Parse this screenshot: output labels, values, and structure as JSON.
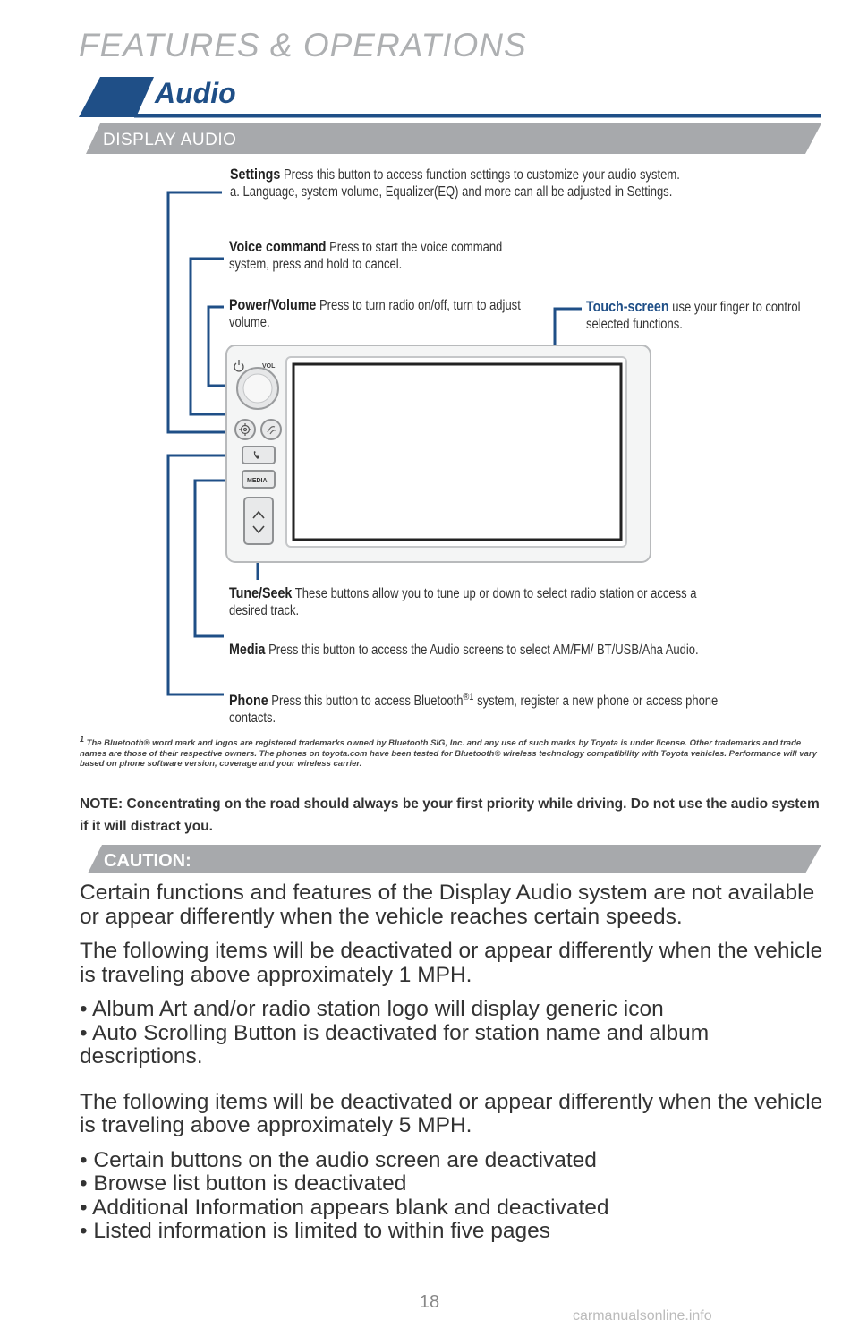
{
  "header": {
    "main_title": "FEATURES & OPERATIONS",
    "section_title": "Audio",
    "subsection_title": "DISPLAY AUDIO"
  },
  "colors": {
    "brand_blue": "#1f4f87",
    "banner_gray": "#a7a9ac",
    "title_gray": "#aeb0b2"
  },
  "callouts": {
    "settings": {
      "label": "Settings",
      "text": "Press this button to access function settings to customize your audio system.",
      "note": "a. Language, system volume, Equalizer(EQ) and more can all be adjusted in Settings."
    },
    "voice": {
      "label": "Voice command",
      "text": "Press to start the voice command system, press and hold to cancel."
    },
    "power": {
      "label": "Power/Volume",
      "text": "Press to turn radio on/off, turn to adjust volume."
    },
    "touch": {
      "label": "Touch-screen",
      "text": "use your finger to control selected functions."
    },
    "tune": {
      "label": "Tune/Seek",
      "text": "These buttons allow you to tune up or down to select radio station or access a desired track."
    },
    "media": {
      "label": "Media",
      "text": "Press this button to access the Audio screens to select AM/FM/ BT/USB/Aha Audio."
    },
    "phone": {
      "label": "Phone",
      "text_before": "Press this button to access Bluetooth",
      "superscript": "®1",
      "text_after": " system, register a new phone or access phone contacts."
    }
  },
  "device": {
    "vol_label": "VOL",
    "media_label": "MEDIA",
    "power_icon": "power-icon",
    "settings_icon": "gear-icon",
    "voice_icon": "voice-icon",
    "phone_icon": "phone-icon"
  },
  "footnote": {
    "marker": "1",
    "text": "The Bluetooth® word mark and logos are registered trademarks owned by Bluetooth SIG, Inc. and any use of such marks by Toyota is under license. Other trademarks and trade names are those of their respective owners. The phones on toyota.com have been tested for Bluetooth® wireless technology compatibility with Toyota vehicles. Performance will vary based on phone software version, coverage and your wireless carrier."
  },
  "note": "NOTE: Concentrating on the road should always be your first priority while driving. Do not use the audio system if it will distract you.",
  "caution": {
    "title": "CAUTION:",
    "intro": "Certain functions and features of the Display Audio system are not available or appear differently when the vehicle reaches certain speeds.",
    "para1": "The following items will be deactivated or appear differently when the vehicle is traveling above approximately 1 MPH.",
    "list1": [
      "• Album Art and/or radio station logo will display generic icon",
      "• Auto Scrolling Button is deactivated for station name and album descriptions."
    ],
    "para2": "The following items will be deactivated or appear differently when the vehicle is traveling above approximately 5 MPH.",
    "list2": [
      "• Certain buttons on the audio screen are deactivated",
      "• Browse list button is deactivated",
      "• Additional Information appears blank and deactivated",
      "• Listed information is limited to within five pages"
    ]
  },
  "page_number": "18",
  "watermark": "carmanualsonline.info"
}
